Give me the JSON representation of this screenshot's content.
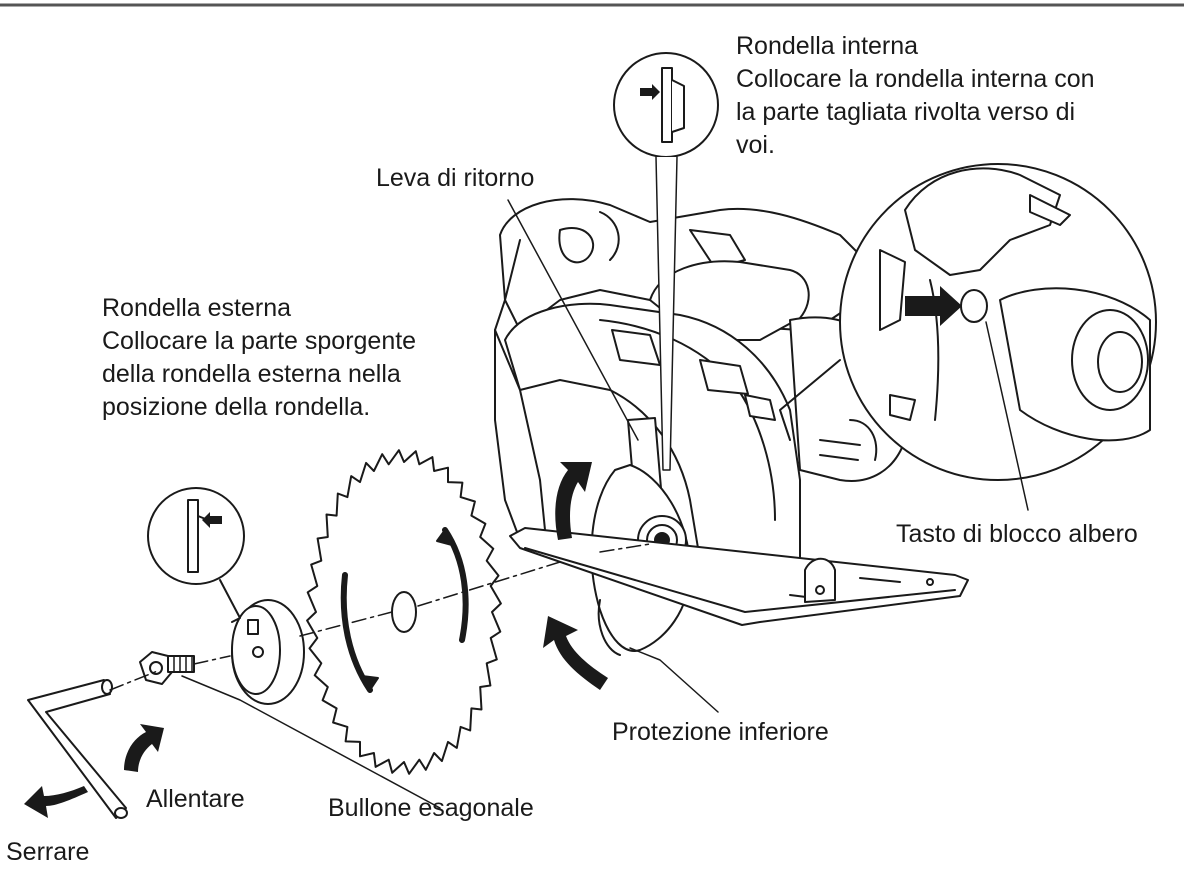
{
  "labels": {
    "inner_washer": {
      "title": "Rondella interna",
      "lines": [
        "Collocare la rondella interna con",
        "la parte tagliata rivolta verso di",
        "voi."
      ]
    },
    "outer_washer": {
      "title": "Rondella esterna",
      "lines": [
        "Collocare la parte sporgente",
        "della rondella esterna nella",
        "posizione della rondella."
      ]
    },
    "return_lever": "Leva di ritorno",
    "shaft_lock": "Tasto di blocco albero",
    "lower_guard": "Protezione inferiore",
    "hex_bolt": "Bullone esagonale",
    "loosen": "Allentare",
    "tighten": "Serrare"
  },
  "colors": {
    "ink": "#1a1a1a",
    "background": "#ffffff",
    "frame": "#555555"
  }
}
